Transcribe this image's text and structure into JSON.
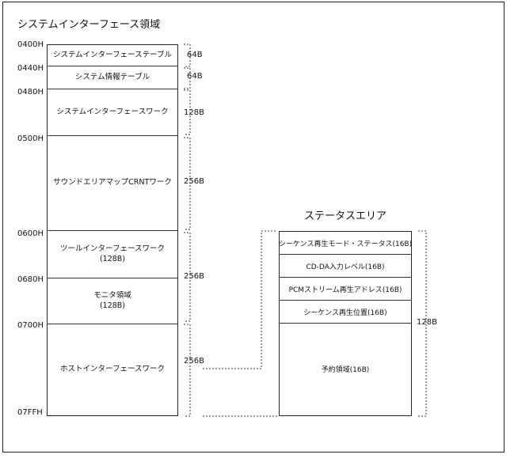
{
  "left_title": "システムインターフェース領域",
  "right_title": "ステータスエリア",
  "addresses": [
    "0400H",
    "0440H",
    "0480H",
    "0500H",
    "0600H",
    "0680H",
    "0700H",
    "07FFH"
  ],
  "memory_blocks": [
    {
      "label": "システムインターフェーステーブル",
      "size": "64B"
    },
    {
      "label": "システム情報テーブル",
      "size": "64B"
    },
    {
      "label": "システムインターフェースワーク",
      "size": "128B"
    },
    {
      "label": "サウンドエリアマップCRNTワーク",
      "size": "256B"
    },
    {
      "label": "ツールインターフェースワーク\n(128B)"
    },
    {
      "label": "モニタ領域\n(128B)"
    },
    {
      "label": "ホストインターフェースワーク",
      "size": "256B"
    }
  ],
  "tool_monitor_size": "256B",
  "status_blocks": [
    {
      "label": "シーケンス再生モード・ステータス(16B)"
    },
    {
      "label": "CD-DA入力レベル(16B)"
    },
    {
      "label": "PCMストリーム再生アドレス(16B)"
    },
    {
      "label": "シーケンス再生位置(16B)"
    },
    {
      "label": "予約領域(16B)"
    }
  ],
  "status_size": "128B"
}
